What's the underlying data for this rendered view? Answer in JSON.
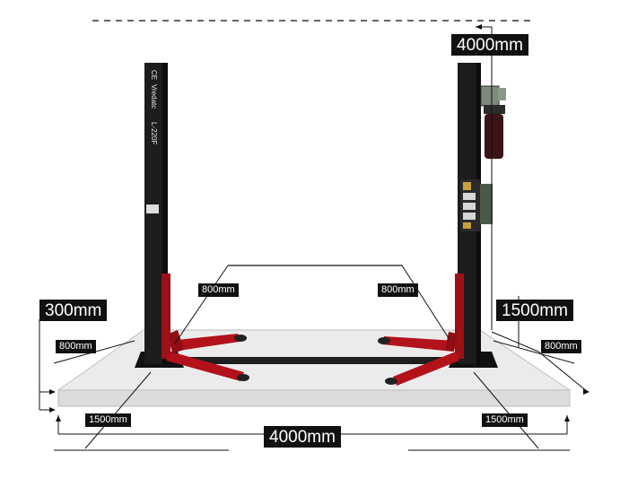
{
  "labels": {
    "height_total": "4000mm",
    "height_base": "300mm",
    "height_mid": "1500mm",
    "width_total": "4000mm",
    "arm_left": "800mm",
    "arm_right": "800mm",
    "side_left": "800mm",
    "side_right": "800mm",
    "depth_left": "1500mm",
    "depth_right": "1500mm"
  },
  "post": {
    "brand": "Vredatc",
    "model": "L-220F",
    "ce": "CE"
  },
  "colors": {
    "post": "#1c1c1c",
    "arm": "#b3121b",
    "floor": "#e4e4e4",
    "label_bg": "#111111"
  }
}
